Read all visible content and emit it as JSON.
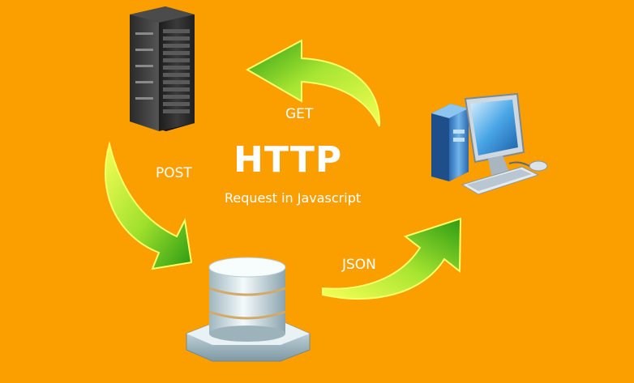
{
  "diagram": {
    "title": "HTTP",
    "subtitle": "Request in Javascript",
    "arrows": {
      "get": "GET",
      "post": "POST",
      "json": "JSON"
    }
  },
  "colors": {
    "background": "#fb9e00",
    "arrow_light": "#f6ff5a",
    "arrow_dark": "#2e9e12",
    "label_text": "#ffffff"
  }
}
